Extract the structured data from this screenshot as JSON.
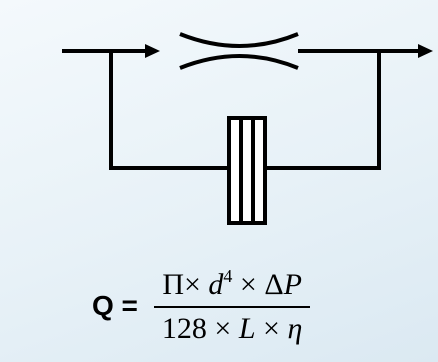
{
  "formula": {
    "lhs": "Q =",
    "numerator": {
      "pi": "Π",
      "times1": "×",
      "d": "d",
      "exponent": "4",
      "times2": "×",
      "delta": "Δ",
      "p": "P"
    },
    "denominator": {
      "coefficient": "128",
      "times1": "×",
      "l": "L",
      "times2": "×",
      "eta": "η"
    }
  },
  "colors": {
    "line": "#000000",
    "background": "#e7f1f7"
  },
  "icons": {
    "inlet": "arrow-right-icon",
    "outlet": "arrow-right-icon",
    "restrictor": "throttle-restriction-icon",
    "element": "capillary-element-icon"
  }
}
